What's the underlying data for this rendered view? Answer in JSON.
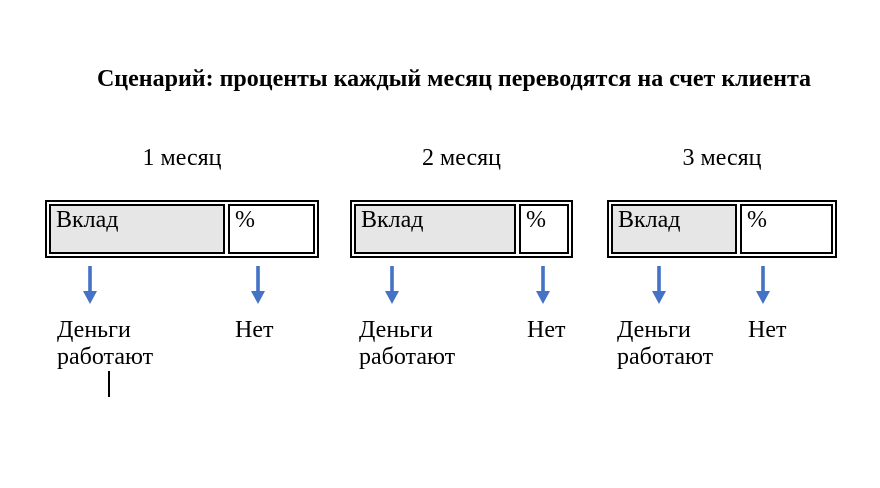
{
  "title": "Сценарий: проценты каждый месяц переводятся на счет клиента",
  "columns": [
    {
      "header": "1 месяц",
      "deposit_label": "Вклад",
      "percent_label": "%",
      "deposit_outcome": "Деньги работают",
      "percent_outcome": "Нет"
    },
    {
      "header": "2 месяц",
      "deposit_label": "Вклад",
      "percent_label": "%",
      "deposit_outcome": "Деньги работают",
      "percent_outcome": "Нет"
    },
    {
      "header": "3 месяц",
      "deposit_label": "Вклад",
      "percent_label": "%",
      "deposit_outcome": "Деньги работают",
      "percent_outcome": "Нет"
    }
  ],
  "colors": {
    "arrow": "#4472c4",
    "deposit_cell_shade": "#e7e6e6",
    "table_border": "#000000"
  }
}
